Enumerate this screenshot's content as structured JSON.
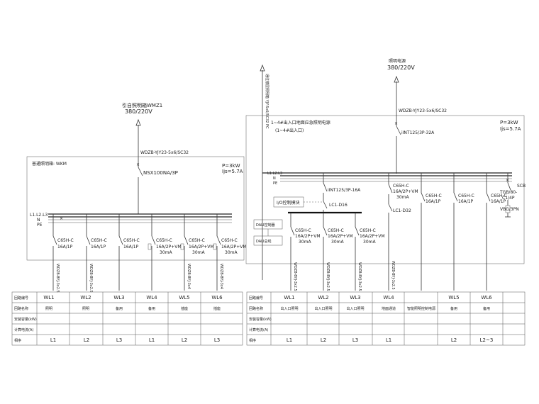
{
  "left": {
    "supply_label": "引自照明箱WMZ1",
    "supply_voltage": "380/220V",
    "cable_label": "WDZB-YJY23-5x6/SC32",
    "box_label": "普通照明箱: WKM",
    "main_breaker": "NSX100NA/3P",
    "power": "P=3kW",
    "current": "Ijs=5.7A",
    "bus_labels": [
      "L1.L2.L3",
      "N",
      "PE"
    ],
    "branches": [
      {
        "b1": "C65H-C",
        "b2": "16A/1P",
        "b3": "",
        "cable": "WDZB-BYJ-3x2.5"
      },
      {
        "b1": "C65H-C",
        "b2": "16A/1P",
        "b3": "",
        "cable": "WDZB-BYJ-3x2.5"
      },
      {
        "b1": "C65H-C",
        "b2": "16A/1P",
        "b3": "",
        "cable": ""
      },
      {
        "b1": "C65H-C",
        "b2": "16A/2P+VM",
        "b3": "30mA",
        "cable": ""
      },
      {
        "b1": "C65H-C",
        "b2": "16A/2P+VM",
        "b3": "30mA",
        "cable": "WDZB-BYJ-3x4"
      },
      {
        "b1": "C65H-C",
        "b2": "16A/2P+VM",
        "b3": "30mA",
        "cable": "WDZB-BYJ-3x4"
      }
    ],
    "table": {
      "row_headers": [
        "回路编号",
        "回路名称",
        "安装容量(kW)",
        "计算电流(A)",
        "相序"
      ],
      "cols": [
        {
          "code": "WL1",
          "name": "照明",
          "phase": "L1"
        },
        {
          "code": "WL2",
          "name": "照明",
          "phase": "L2"
        },
        {
          "code": "WL3",
          "name": "备用",
          "phase": "L3"
        },
        {
          "code": "WL4",
          "name": "备用",
          "phase": "L1"
        },
        {
          "code": "WL5",
          "name": "插座",
          "phase": "L2"
        },
        {
          "code": "WL6",
          "name": "插座",
          "phase": "L3"
        }
      ]
    }
  },
  "right": {
    "supply_label": "照明电源",
    "supply_voltage": "380/220V",
    "cable_label": "WDZB-YJY23-5x6/SC32",
    "vertical_label": "通往楼层照明箱 YJY-5x6/SC32 PC",
    "note1": "1~4#出入口地面应急照明电源",
    "note2": "(1~4#出入口)",
    "main_breaker": "iINT125/3P-32A",
    "power": "P=3kW",
    "current": "Ijs=5.7A",
    "bus_labels": [
      "L1.L2.L3",
      "N",
      "PE"
    ],
    "sub_switch": "iINT125/3P-16A",
    "io_module": "I/O控制模块",
    "contactor": "LC1-D16",
    "contactor2": "LC1-D32",
    "dali_labels": [
      "DALI控制器",
      "DALI总线"
    ],
    "breaker_top": {
      "b1": "C65H-C",
      "b2": "16A/2P+VM",
      "b3": "30mA"
    },
    "breaker_right": [
      {
        "b1": "C65H-C",
        "b2": "16A/1P"
      },
      {
        "b1": "C65H-C",
        "b2": "16A/1P"
      },
      {
        "b1": "C65H-C",
        "b2": "16A/1P"
      }
    ],
    "surge": {
      "label": "SCB",
      "b1": "TGB/80-",
      "b2": "C1/4P",
      "b3": "VBG/3PN"
    },
    "lower_branches": [
      {
        "b1": "C65H-C",
        "b2": "16A/2P+VM",
        "b3": "30mA",
        "cable": "WDZB-BYJ-3x2.5"
      },
      {
        "b1": "C65H-C",
        "b2": "16A/2P+VM",
        "b3": "30mA",
        "cable": "WDZB-BYJ-3x2.5"
      },
      {
        "b1": "C65H-C",
        "b2": "16A/2P+VM",
        "b3": "30mA",
        "cable": "WDZB-BYJ-3x2.5"
      }
    ],
    "wl4_cable": "WDZB-BYJ-3x2.5",
    "table": {
      "row_headers": [
        "回路编号",
        "回路名称",
        "安装容量(kW)",
        "计算电流(A)",
        "相序"
      ],
      "cols": [
        {
          "code": "WL1",
          "name": "出入口照明",
          "phase": "L1"
        },
        {
          "code": "WL2",
          "name": "出入口照明",
          "phase": "L2"
        },
        {
          "code": "WL3",
          "name": "出入口照明",
          "phase": "L3"
        },
        {
          "code": "WL4",
          "name": "地面通道",
          "phase": "L1"
        },
        {
          "code": "",
          "name": "智能照明控制电源",
          "phase": ""
        },
        {
          "code": "WL5",
          "name": "备用",
          "phase": "L2"
        },
        {
          "code": "WL6",
          "name": "备用",
          "phase": "L2~3"
        }
      ]
    }
  }
}
